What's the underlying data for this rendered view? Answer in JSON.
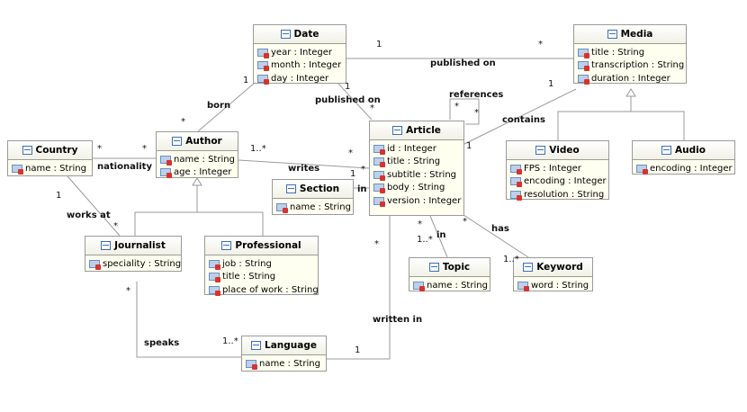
{
  "classes": {
    "date": {
      "name": "Date",
      "attrs": [
        "year : Integer",
        "month : Integer",
        "day : Integer"
      ]
    },
    "media": {
      "name": "Media",
      "attrs": [
        "title : String",
        "transcription : String",
        "duration : Integer"
      ]
    },
    "country": {
      "name": "Country",
      "attrs": [
        "name : String"
      ]
    },
    "author": {
      "name": "Author",
      "attrs": [
        "name : String",
        "age : Integer"
      ]
    },
    "article": {
      "name": "Article",
      "attrs": [
        "id : Integer",
        "title : String",
        "subtitle : String",
        "body : String",
        "version : Integer"
      ]
    },
    "section": {
      "name": "Section",
      "attrs": [
        "name : String"
      ]
    },
    "video": {
      "name": "Video",
      "attrs": [
        "FPS : Integer",
        "encoding : Integer",
        "resolution : String"
      ]
    },
    "audio": {
      "name": "Audio",
      "attrs": [
        "encoding : Integer"
      ]
    },
    "journalist": {
      "name": "Journalist",
      "attrs": [
        "speciality : String"
      ]
    },
    "professional": {
      "name": "Professional",
      "attrs": [
        "job : String",
        "title : String",
        "place of work : String"
      ]
    },
    "topic": {
      "name": "Topic",
      "attrs": [
        "name : String"
      ]
    },
    "keyword": {
      "name": "Keyword",
      "attrs": [
        "word : String"
      ]
    },
    "language": {
      "name": "Language",
      "attrs": [
        "name : String"
      ]
    }
  },
  "associations": {
    "date_media": {
      "name": "published on",
      "date_end": "1",
      "media_end": "*"
    },
    "date_author": {
      "name": "born",
      "date_end": "1",
      "author_end": "*"
    },
    "date_article": {
      "name": "published on",
      "date_end": "1",
      "article_end": "*"
    },
    "article_self": {
      "name": "references",
      "end_a": "*",
      "end_b": "*"
    },
    "media_article": {
      "name": "contains",
      "media_end": "1",
      "article_end": "1"
    },
    "country_author": {
      "name": "nationality",
      "country_end": "*",
      "author_end": "*"
    },
    "author_article": {
      "name": "writes",
      "author_end": "1..*",
      "article_end": "*"
    },
    "country_journalist": {
      "name": "works at",
      "country_end": "1",
      "journalist_end": "*"
    },
    "section_article": {
      "name": "in",
      "section_end": "1",
      "article_end": "*"
    },
    "article_topic": {
      "name": "in",
      "article_end": "*",
      "topic_end": "1..*"
    },
    "article_keyword": {
      "name": "has",
      "article_end": "*",
      "keyword_end": "1..*"
    },
    "journalist_language": {
      "name": "speaks",
      "journalist_end": "*",
      "language_end": "1..*"
    },
    "article_language": {
      "name": "written in",
      "article_end": "*",
      "language_end": "1"
    }
  }
}
